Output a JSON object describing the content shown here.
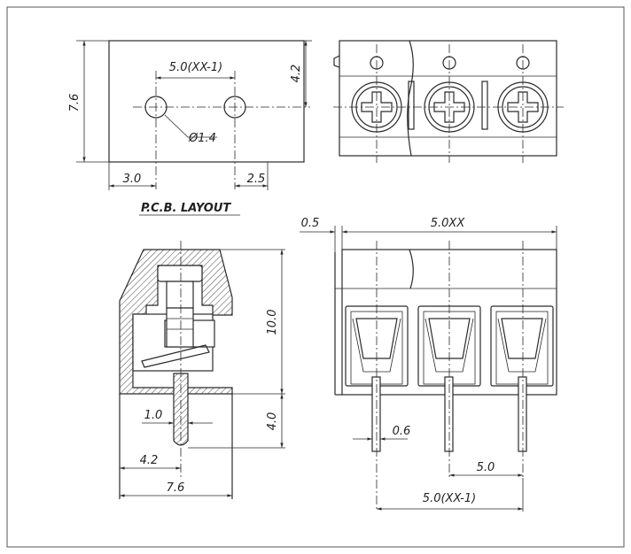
{
  "title": "P.C.B. LAYOUT",
  "pcb_layout": {
    "pitch": "5.0(XX-1)",
    "height": "7.6",
    "hole_offset_v": "4.2",
    "hole_diameter": "Ø1.4",
    "left_offset": "3.0",
    "right_offset": "2.5"
  },
  "side_view": {
    "body_height": "10.0",
    "pin_length": "4.0",
    "pin_width": "1.0",
    "pin_offset": "4.2",
    "width": "7.6"
  },
  "front_view": {
    "edge": "0.5",
    "total_length": "5.0XX",
    "pin_thickness": "0.6",
    "pitch": "5.0",
    "span": "5.0(XX-1)"
  }
}
